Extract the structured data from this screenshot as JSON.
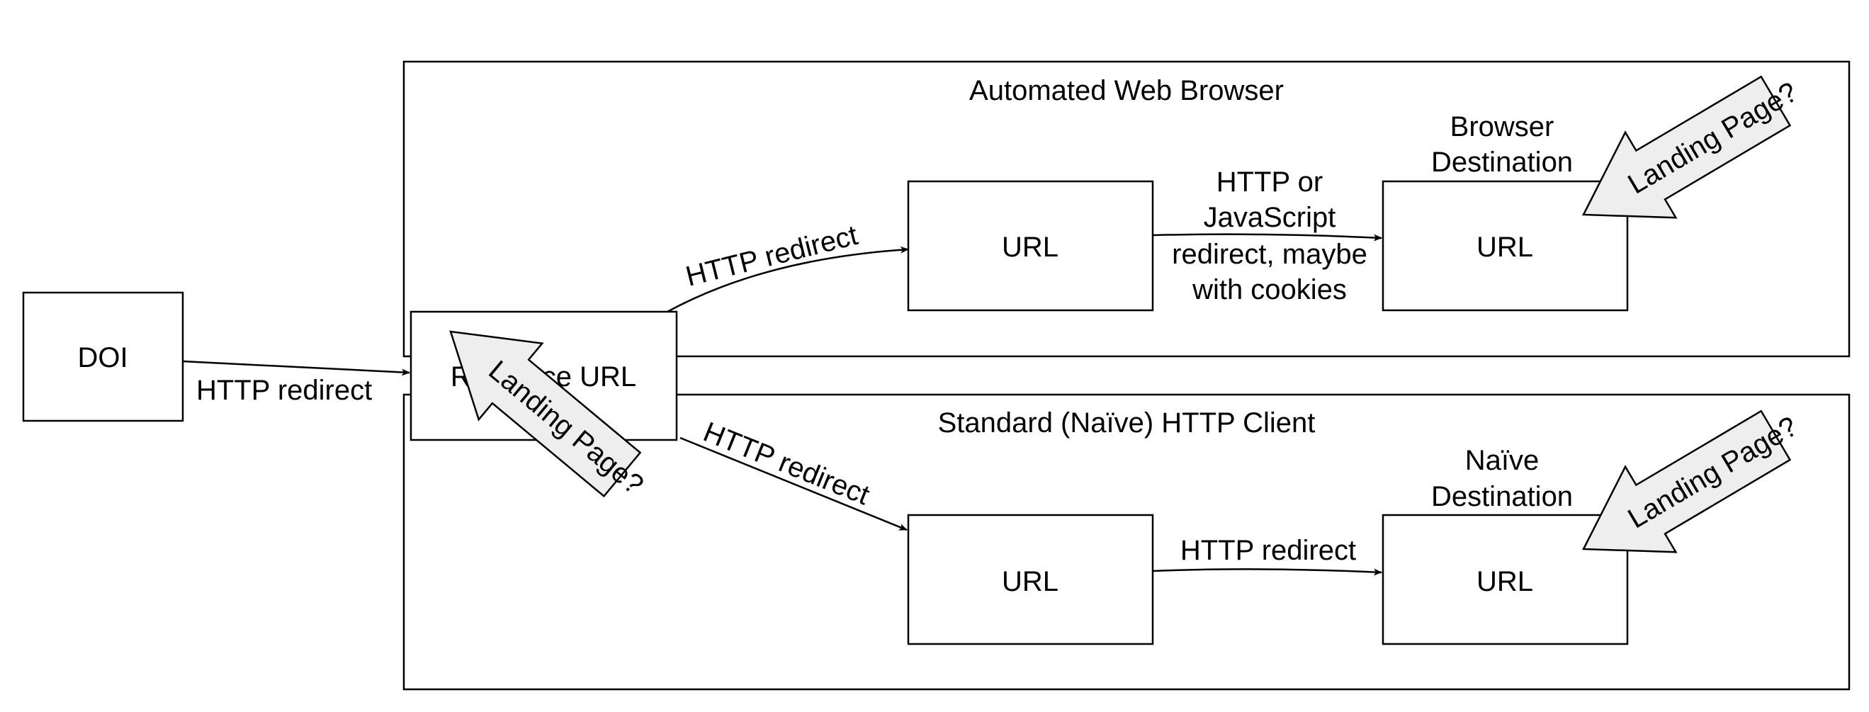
{
  "diagram": {
    "nodes": {
      "doi": "DOI",
      "resource_url": "Resource URL",
      "browser_url": "URL",
      "browser_destination_url": "URL",
      "naive_url": "URL",
      "naive_destination_url": "URL"
    },
    "panels": {
      "browser_title": "Automated Web Browser",
      "naive_title": "Standard (Naïve) HTTP Client"
    },
    "destination_labels": {
      "browser": [
        "Browser",
        "Destination"
      ],
      "naive": [
        "Naïve",
        "Destination"
      ]
    },
    "edges": {
      "doi_to_resource": "HTTP redirect",
      "resource_to_browser_url": "HTTP redirect",
      "browser_url_to_destination": [
        "HTTP or",
        "JavaScript",
        "redirect, maybe",
        "with cookies"
      ],
      "resource_to_naive_url": "HTTP redirect",
      "naive_url_to_destination": "HTTP redirect"
    },
    "callouts": {
      "resource": "Landing Page?",
      "browser_destination": "Landing Page?",
      "naive_destination": "Landing Page?"
    },
    "colors": {
      "stroke": "#000000",
      "callout_fill": "#eeeeee",
      "box_fill": "#ffffff"
    }
  }
}
